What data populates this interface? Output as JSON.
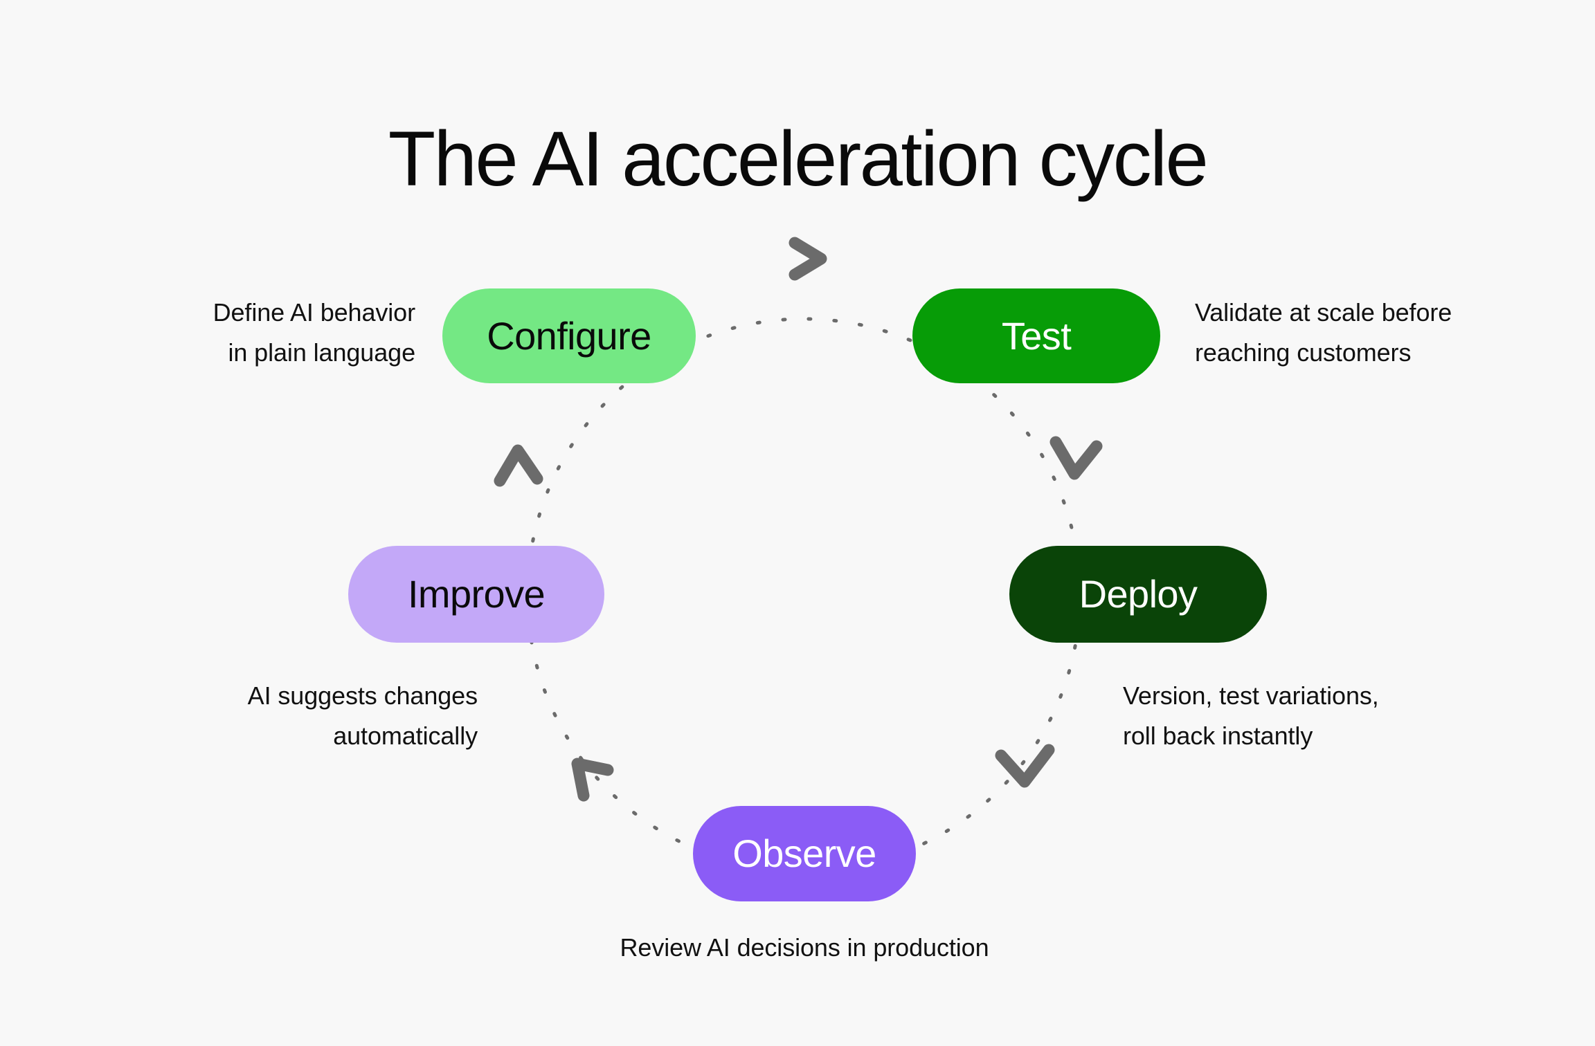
{
  "page": {
    "title": "The AI acceleration cycle",
    "background_color": "#f8f8f8",
    "text_color": "#0a0a0a"
  },
  "diagram": {
    "type": "cycle",
    "direction": "clockwise",
    "connector_style": "dotted",
    "connector_color": "#6b6b6b",
    "arrow_icon": "chevron-arrow-icon",
    "nodes": [
      {
        "id": "configure",
        "label": "Configure",
        "position": "top-left",
        "fill": "#74e884",
        "text_color": "#0a0a0a",
        "caption": "Define AI behavior\nin plain language",
        "caption_align": "right"
      },
      {
        "id": "test",
        "label": "Test",
        "position": "top-right",
        "fill": "#079c07",
        "text_color": "#ffffff",
        "caption": "Validate at scale before\nreaching customers",
        "caption_align": "left"
      },
      {
        "id": "deploy",
        "label": "Deploy",
        "position": "right",
        "fill": "#0a4408",
        "text_color": "#ffffff",
        "caption": "Version, test variations,\nroll back instantly",
        "caption_align": "left"
      },
      {
        "id": "observe",
        "label": "Observe",
        "position": "bottom",
        "fill": "#8b5cf6",
        "text_color": "#ffffff",
        "caption": "Review AI decisions in production",
        "caption_align": "center"
      },
      {
        "id": "improve",
        "label": "Improve",
        "position": "left",
        "fill": "#c3a8f8",
        "text_color": "#0a0a0a",
        "caption": "AI suggests changes\nautomatically",
        "caption_align": "right"
      }
    ],
    "arrows": [
      {
        "id": "configure-to-test",
        "from": "configure",
        "to": "test",
        "direction": "right"
      },
      {
        "id": "test-to-deploy",
        "from": "test",
        "to": "deploy",
        "direction": "down"
      },
      {
        "id": "deploy-to-observe",
        "from": "deploy",
        "to": "observe",
        "direction": "down-left"
      },
      {
        "id": "observe-to-improve",
        "from": "observe",
        "to": "improve",
        "direction": "up-left"
      },
      {
        "id": "improve-to-configure",
        "from": "improve",
        "to": "configure",
        "direction": "up"
      }
    ]
  }
}
